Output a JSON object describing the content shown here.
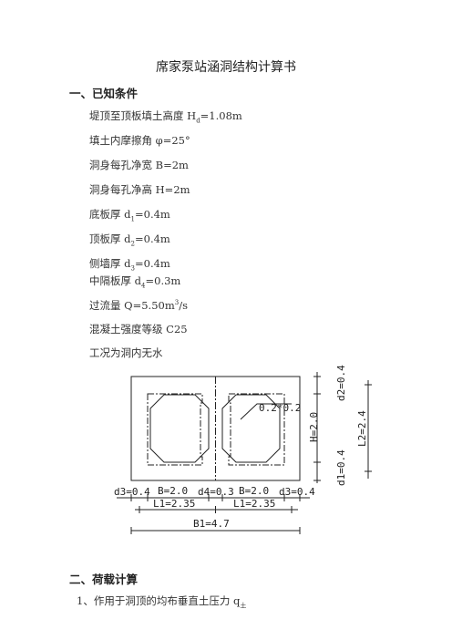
{
  "title": "席家泵站涵洞结构计算书",
  "section1": {
    "heading": "一、已知条件"
  },
  "conditions": {
    "fill_height": {
      "pre": "堤顶至顶板填土高度 H",
      "sub": "d",
      "post": "=1.08m"
    },
    "friction_angle": "填土内摩擦角 φ=25°",
    "clear_width": "洞身每孔净宽 B=2m",
    "clear_height": "洞身每孔净高 H=2m",
    "bottom_slab": {
      "pre": "底板厚 d",
      "sub": "1",
      "post": "=0.4m"
    },
    "top_slab": {
      "pre": "顶板厚 d",
      "sub": "2",
      "post": "=0.4m"
    },
    "side_wall": {
      "pre": "侧墙厚 d",
      "sub": "3",
      "post": "=0.4m"
    },
    "middle_wall": {
      "pre": "中隔板厚 d",
      "sub": "4",
      "post": "=0.3m"
    },
    "flow": {
      "pre": "过流量 Q=5.50m",
      "sup": "3",
      "post": "/s"
    },
    "concrete": "混凝土强度等级 C25",
    "condition": "工况为洞内无水"
  },
  "diagram": {
    "chamfer": "0.2*0.2",
    "d2": "d2=0.4",
    "h": "H=2.0",
    "d1": "d1=0.4",
    "l2": "L2=2.4",
    "d3_left": "d3=0.4",
    "b_left": "B=2.0",
    "d4": "d4=0.3",
    "b_right": "B=2.0",
    "d3_right": "d3=0.4",
    "l1_left": "L1=2.35",
    "l1_right": "L1=2.35",
    "b1": "B1=4.7"
  },
  "section2": {
    "heading": "二、荷载计算"
  },
  "load_item": {
    "pre": "1、作用于洞顶的均布垂直土压力 q",
    "sub": "土"
  }
}
